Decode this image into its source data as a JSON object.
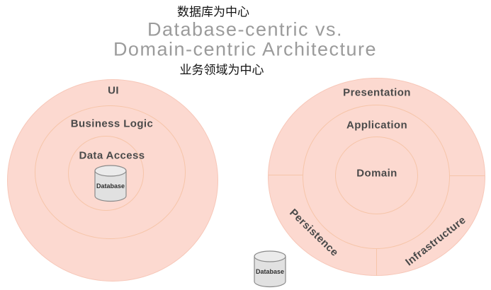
{
  "header": {
    "annotation_top": "数据库为中心",
    "title_line1": "Database-centric vs.",
    "title_line2": "Domain-centric Architecture",
    "annotation_bottom": "业务领域为中心"
  },
  "left_diagram": {
    "rings": [
      "UI",
      "Business Logic",
      "Data Access"
    ],
    "center_icon": "database-cylinder",
    "database_label": "Database"
  },
  "right_diagram": {
    "rings": [
      "Presentation",
      "Application",
      "Domain"
    ],
    "outer_ring_segments": [
      "Persistence",
      "Infrastructure"
    ],
    "external_icon": "database-cylinder",
    "database_label": "Database"
  },
  "colors": {
    "background": "#ffffff",
    "circle_fill": "#fcd9d0",
    "circle_edge": "#f7c7b8",
    "ring_line": "#f6c5a9",
    "label_text": "#4a4a4a",
    "title_text": "#9b9b9b",
    "annotation_text": "#141414",
    "cylinder_fill": "#e1e1e1",
    "cylinder_top": "#ebebeb",
    "cylinder_stroke": "#8a8a8a"
  }
}
